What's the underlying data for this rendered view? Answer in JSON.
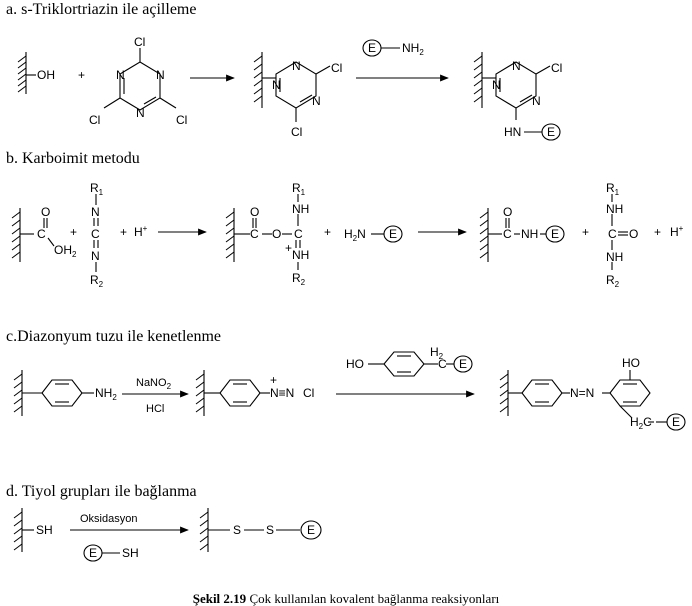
{
  "sections": {
    "a": {
      "title": "a.   s-Triklortriazin ile açilleme"
    },
    "b": {
      "title": "b. Karboimit metodu"
    },
    "c": {
      "title": "c.Diazonyum tuzu ile kenetlenme"
    },
    "d": {
      "title": "d. Tiyol grupları ile bağlanma"
    }
  },
  "labels": {
    "OH": "OH",
    "plus": "+",
    "Cl": "Cl",
    "N": "N",
    "C": "C",
    "O": "O",
    "E": "E",
    "NH": "NH",
    "NH2": "NH",
    "sub2": "2",
    "H2N": "H",
    "HN": "HN",
    "R": "R",
    "sub1": "1",
    "Hplus": "H",
    "plusSup": "+",
    "OH2": "OH",
    "H2": "H",
    "HO": "HO",
    "H2C": "H",
    "NaNO": "NaNO",
    "HCl": "HCl",
    "NeqN": "N≡N",
    "NN": "N=N",
    "SH": "SH",
    "S": "S",
    "Oksidasyon": "Oksidasyon"
  },
  "caption": {
    "bold": "Şekil 2.19",
    "text": " Çok kullanılan kovalent bağlanma reaksiyonları"
  }
}
